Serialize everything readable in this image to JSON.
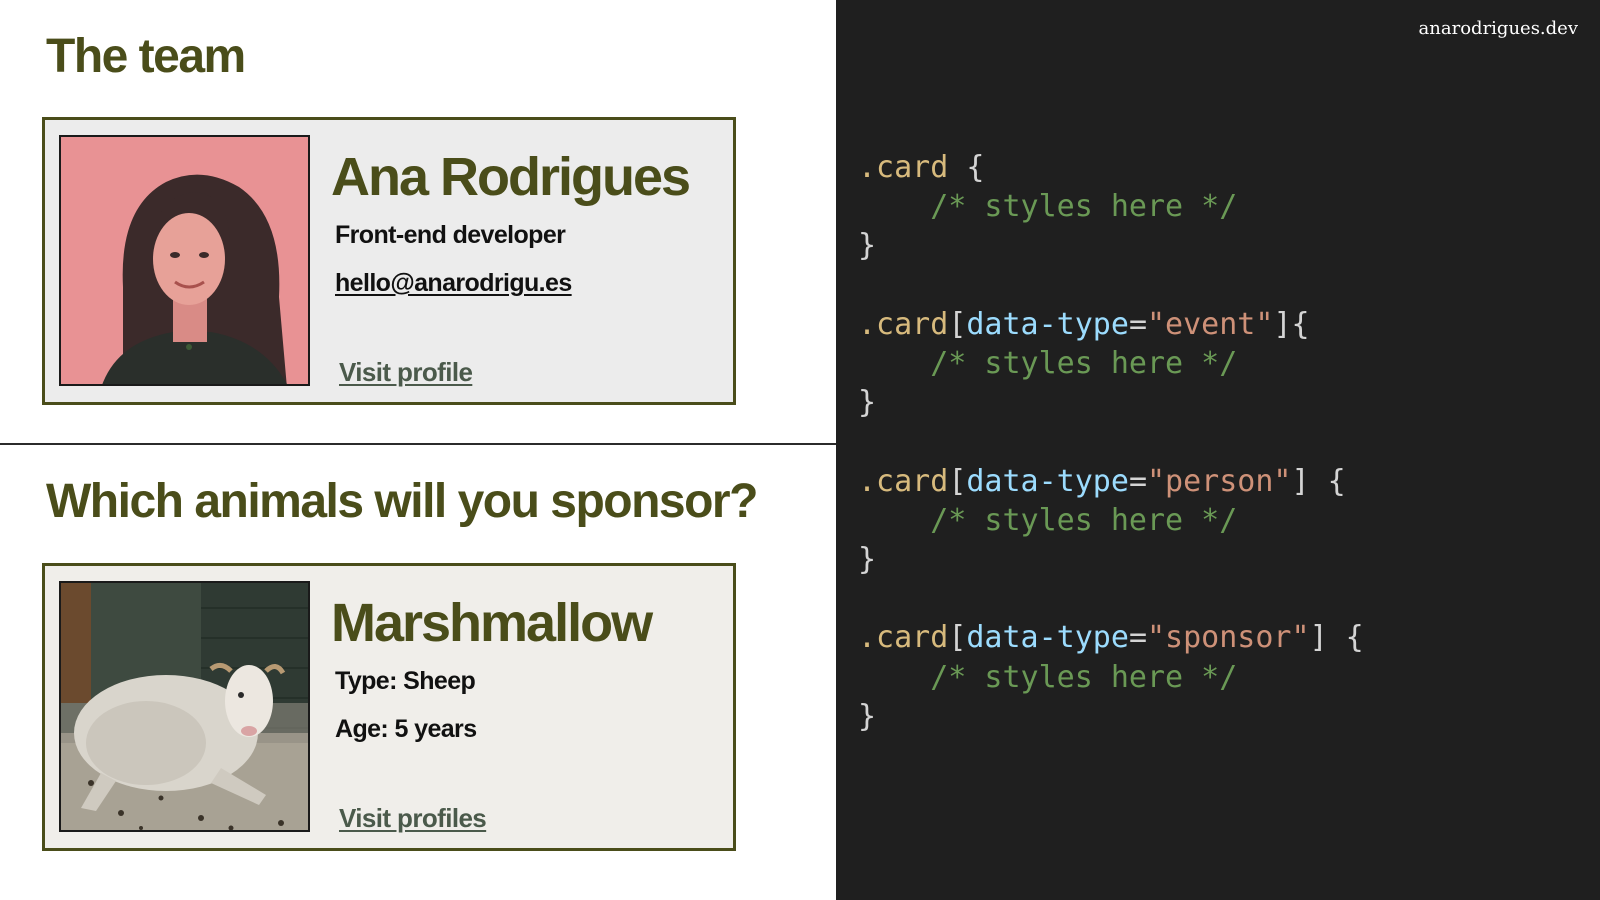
{
  "brand": "anarodrigues.dev",
  "team_section": {
    "heading": "The team",
    "card": {
      "name": "Ana Rodrigues",
      "role": "Front-end developer",
      "email": "hello@anarodrigu.es",
      "link": "Visit profile",
      "photo_icon": "portrait-photo"
    }
  },
  "animal_section": {
    "heading": "Which animals will you sponsor?",
    "card": {
      "name": "Marshmallow",
      "type": "Type: Sheep",
      "age": "Age: 5 years",
      "link": "Visit profiles",
      "photo_icon": "sheep-photo"
    }
  },
  "code": {
    "comment": "/* styles here */",
    "blocks": [
      {
        "selector": ".card",
        "attr": "",
        "value": "",
        "open_suffix": " {",
        "close": "}"
      },
      {
        "selector": ".card",
        "attr": "data-type",
        "value": "\"event\"",
        "open_suffix": "]{",
        "close": "}"
      },
      {
        "selector": ".card",
        "attr": "data-type",
        "value": "\"person\"",
        "open_suffix": "] {",
        "close": "}"
      },
      {
        "selector": ".card",
        "attr": "data-type",
        "value": "\"sponsor\"",
        "open_suffix": "] {",
        "close": "}"
      }
    ]
  },
  "colors": {
    "heading": "#4a4d1a",
    "code_bg": "#1f1f1f",
    "selector": "#d7ba7d",
    "attribute": "#9cdcfe",
    "string": "#ce9178",
    "comment": "#6a9955"
  }
}
